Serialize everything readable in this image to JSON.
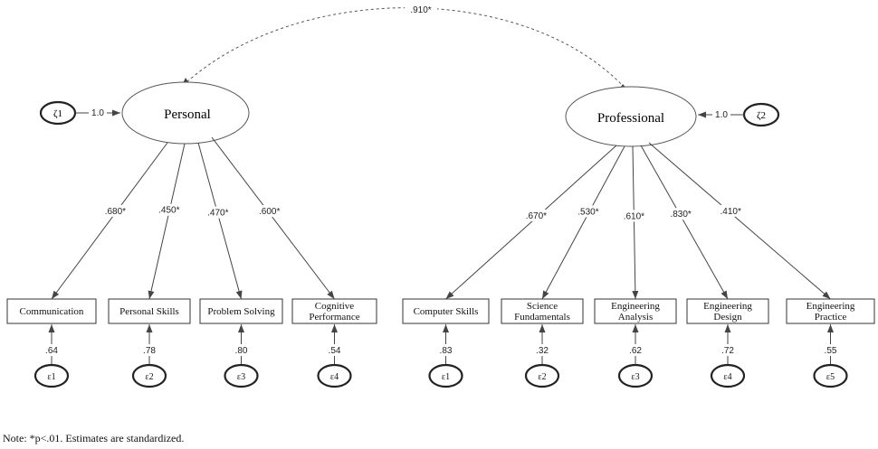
{
  "covariance_label": ".910*",
  "latents": [
    {
      "name": "Personal",
      "zeta_label": "ζ1",
      "zeta_path": "1.0"
    },
    {
      "name": "Professional",
      "zeta_label": "ζ2",
      "zeta_path": "1.0"
    }
  ],
  "personal_indicators": [
    {
      "label": [
        "Communication"
      ],
      "loading": ".680*",
      "error_var": ".64",
      "error": "ε1"
    },
    {
      "label": [
        "Personal Skills"
      ],
      "loading": ".450*",
      "error_var": ".78",
      "error": "ε2"
    },
    {
      "label": [
        "Problem Solving"
      ],
      "loading": ".470*",
      "error_var": ".80",
      "error": "ε3"
    },
    {
      "label": [
        "Cognitive",
        "Performance"
      ],
      "loading": ".600*",
      "error_var": ".54",
      "error": "ε4"
    }
  ],
  "professional_indicators": [
    {
      "label": [
        "Computer Skills"
      ],
      "loading": ".670*",
      "error_var": ".83",
      "error": "ε1"
    },
    {
      "label": [
        "Science",
        "Fundamentals"
      ],
      "loading": ".530*",
      "error_var": ".32",
      "error": "ε2"
    },
    {
      "label": [
        "Engineering",
        "Analysis"
      ],
      "loading": ".610*",
      "error_var": ".62",
      "error": "ε3"
    },
    {
      "label": [
        "Engineering",
        "Design"
      ],
      "loading": ".830*",
      "error_var": ".72",
      "error": "ε4"
    },
    {
      "label": [
        "Engineering",
        "Practice"
      ],
      "loading": ".410*",
      "error_var": ".55",
      "error": "ε5"
    }
  ],
  "note": "Note: *p<.01. Estimates are standardized."
}
